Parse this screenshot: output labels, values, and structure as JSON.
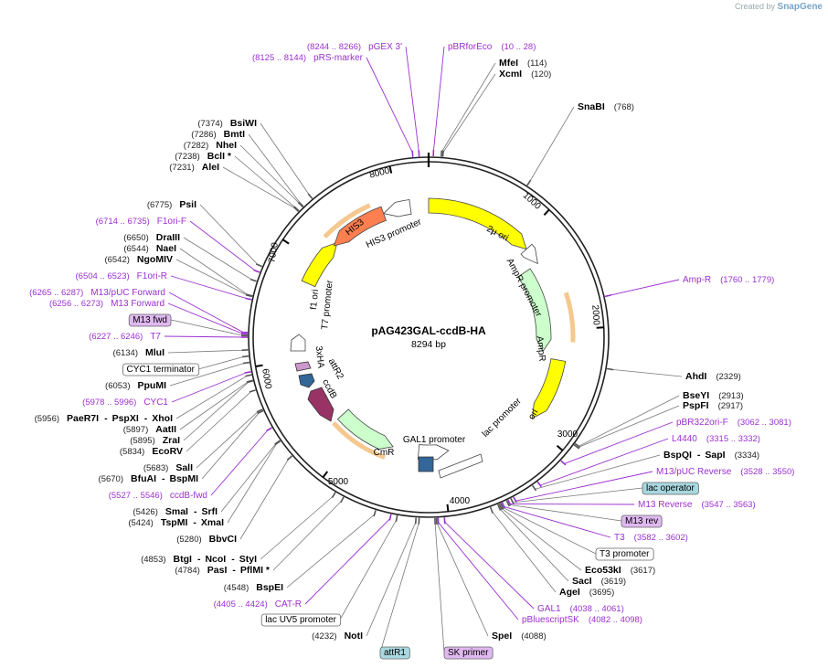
{
  "credit": {
    "prefix": "Created by",
    "brand": "SnapGene"
  },
  "plasmid": {
    "name": "pAG423GAL-ccdB-HA",
    "size": "8294 bp"
  },
  "ticks": [
    "1000",
    "2000",
    "3000",
    "4000",
    "5000",
    "6000",
    "7000",
    "8000"
  ],
  "features": [
    {
      "name": "2μ ori",
      "color": "#ffff00"
    },
    {
      "name": "AmpR promoter",
      "color": "#ffffff"
    },
    {
      "name": "AmpR",
      "color": "#ccffcc"
    },
    {
      "name": "ori",
      "color": "#ffff00"
    },
    {
      "name": "lac promoter",
      "color": "#ffffff"
    },
    {
      "name": "GAL1 promoter",
      "color": "#ffffff"
    },
    {
      "name": "CmR",
      "color": "#ccffcc"
    },
    {
      "name": "ccdB",
      "color": "#993366"
    },
    {
      "name": "attR2",
      "color": "#336699"
    },
    {
      "name": "3xHA",
      "color": "#cc99cc"
    },
    {
      "name": "T7 promoter",
      "color": "#ffffff"
    },
    {
      "name": "f1 ori",
      "color": "#ffff00"
    },
    {
      "name": "HIS3",
      "color": "#ff7f50"
    },
    {
      "name": "HIS3 promoter",
      "color": "#ffffff"
    }
  ],
  "labels": [
    {
      "kind": "p",
      "coord": "(8244 .. 8266)",
      "name": "pGEX 3'"
    },
    {
      "kind": "p",
      "coord": "(8125 .. 8144)",
      "name": "pRS-marker"
    },
    {
      "kind": "p",
      "coord": "(10 .. 28)",
      "name": "pBRforEco"
    },
    {
      "kind": "e",
      "name": "MfeI",
      "coord": "(114)"
    },
    {
      "kind": "e",
      "name": "XcmI",
      "coord": "(120)"
    },
    {
      "kind": "e",
      "name": "SnaBI",
      "coord": "(768)"
    },
    {
      "kind": "p",
      "name": "Amp-R",
      "coord": "(1760 .. 1779)"
    },
    {
      "kind": "e",
      "name": "AhdI",
      "coord": "(2329)"
    },
    {
      "kind": "e",
      "name": "BseYI",
      "coord": "(2913)"
    },
    {
      "kind": "e",
      "name": "PspFI",
      "coord": "(2917)"
    },
    {
      "kind": "p",
      "name": "pBR322ori-F",
      "coord": "(3062 .. 3081)"
    },
    {
      "kind": "p",
      "name": "L4440",
      "coord": "(3315 .. 3332)"
    },
    {
      "kind": "e2",
      "name": "BspQI",
      "sep": "-",
      "name2": "SapI",
      "coord": "(3334)"
    },
    {
      "kind": "p",
      "name": "M13/pUC Reverse",
      "coord": "(3528 .. 3550)"
    },
    {
      "kind": "box",
      "name": "lac operator",
      "fill": "#a8d8e0"
    },
    {
      "kind": "p",
      "name": "M13 Reverse",
      "coord": "(3547 .. 3563)"
    },
    {
      "kind": "box",
      "name": "M13 rev",
      "fill": "#e0b8f0"
    },
    {
      "kind": "p",
      "name": "T3",
      "coord": "(3582 .. 3602)"
    },
    {
      "kind": "box",
      "name": "T3 promoter",
      "fill": "#ffffff"
    },
    {
      "kind": "e",
      "name": "Eco53kI",
      "coord": "(3617)"
    },
    {
      "kind": "e",
      "name": "SacI",
      "coord": "(3619)"
    },
    {
      "kind": "e",
      "name": "AgeI",
      "coord": "(3695)"
    },
    {
      "kind": "p",
      "name": "GAL1",
      "coord": "(4038 .. 4061)"
    },
    {
      "kind": "p",
      "name": "pBluescriptSK",
      "coord": "(4082 .. 4098)"
    },
    {
      "kind": "e",
      "name": "SpeI",
      "coord": "(4088)"
    },
    {
      "kind": "box",
      "name": "SK primer",
      "fill": "#e0b8f0"
    },
    {
      "kind": "box",
      "name": "attR1",
      "fill": "#a8d8e0"
    },
    {
      "kind": "e",
      "coord": "(4232)",
      "name": "NotI"
    },
    {
      "kind": "box",
      "name": "lac UV5 promoter",
      "fill": "#ffffff"
    },
    {
      "kind": "p",
      "coord": "(4405 .. 4424)",
      "name": "CAT-R"
    },
    {
      "kind": "e",
      "coord": "(4548)",
      "name": "BspEI"
    },
    {
      "kind": "e2",
      "coord": "(4784)",
      "name": "PasI",
      "sep": "-",
      "name2": "PflMI *"
    },
    {
      "kind": "e3",
      "coord": "(4853)",
      "name": "BtgI",
      "name2": "NcoI",
      "name3": "StyI"
    },
    {
      "kind": "e",
      "coord": "(5280)",
      "name": "BbvCI"
    },
    {
      "kind": "e2",
      "coord": "(5424)",
      "name": "TspMI",
      "sep": "-",
      "name2": "XmaI"
    },
    {
      "kind": "e2",
      "coord": "(5426)",
      "name": "SmaI",
      "sep": "-",
      "name2": "SrfI"
    },
    {
      "kind": "p",
      "coord": "(5527 .. 5546)",
      "name": "ccdB-fwd"
    },
    {
      "kind": "e2",
      "coord": "(5670)",
      "name": "BfuAI",
      "sep": "-",
      "name2": "BspMI"
    },
    {
      "kind": "e",
      "coord": "(5683)",
      "name": "SalI"
    },
    {
      "kind": "e",
      "coord": "(5834)",
      "name": "EcoRV"
    },
    {
      "kind": "e",
      "coord": "(5895)",
      "name": "ZraI"
    },
    {
      "kind": "e",
      "coord": "(5897)",
      "name": "AatII"
    },
    {
      "kind": "e3",
      "coord": "(5956)",
      "name": "PaeR7I",
      "name2": "PspXI",
      "name3": "XhoI"
    },
    {
      "kind": "p",
      "coord": "(5978 .. 5996)",
      "name": "CYC1"
    },
    {
      "kind": "e",
      "coord": "(6053)",
      "name": "PpuMI"
    },
    {
      "kind": "box",
      "name": "CYC1 terminator",
      "fill": "#ffffff"
    },
    {
      "kind": "e",
      "coord": "(6134)",
      "name": "MluI"
    },
    {
      "kind": "p",
      "coord": "(6227 .. 6246)",
      "name": "T7"
    },
    {
      "kind": "box",
      "name": "M13 fwd",
      "fill": "#e0b8f0"
    },
    {
      "kind": "p",
      "coord": "(6256 .. 6273)",
      "name": "M13 Forward"
    },
    {
      "kind": "p",
      "coord": "(6265 .. 6287)",
      "name": "M13/pUC Forward"
    },
    {
      "kind": "p",
      "coord": "(6504 .. 6523)",
      "name": "F1ori-R"
    },
    {
      "kind": "e",
      "coord": "(6542)",
      "name": "NgoMIV"
    },
    {
      "kind": "e",
      "coord": "(6544)",
      "name": "NaeI"
    },
    {
      "kind": "e",
      "coord": "(6650)",
      "name": "DraIII"
    },
    {
      "kind": "p",
      "coord": "(6714 .. 6735)",
      "name": "F1ori-F"
    },
    {
      "kind": "e",
      "coord": "(6775)",
      "name": "PsiI"
    },
    {
      "kind": "e",
      "coord": "(7231)",
      "name": "AleI"
    },
    {
      "kind": "e",
      "coord": "(7238)",
      "name": "BclI *"
    },
    {
      "kind": "e",
      "coord": "(7282)",
      "name": "NheI"
    },
    {
      "kind": "e",
      "coord": "(7286)",
      "name": "BmtI"
    },
    {
      "kind": "e",
      "coord": "(7374)",
      "name": "BsiWI"
    }
  ]
}
